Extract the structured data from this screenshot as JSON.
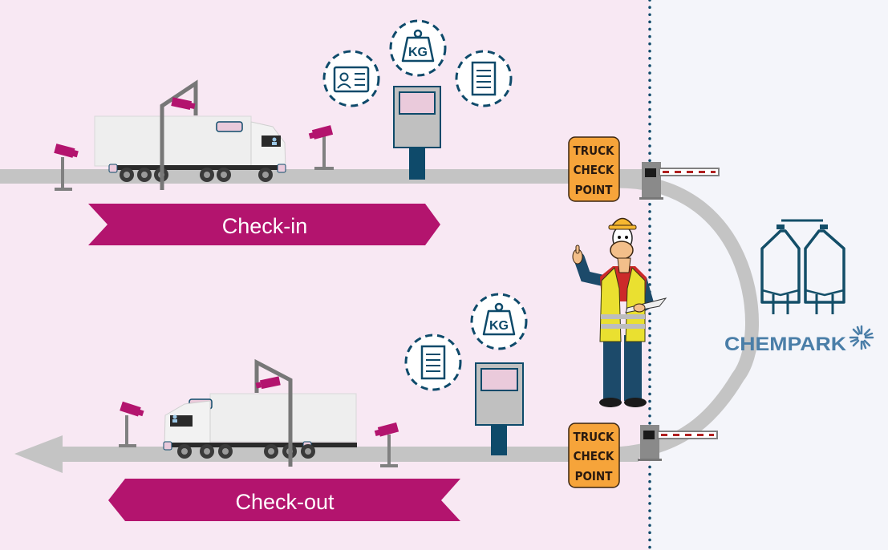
{
  "colors": {
    "background_left": "#f8e8f3",
    "background_right": "#f4f5fa",
    "road": "#c4c4c4",
    "banner": "#b3146e",
    "camera": "#b3146e",
    "pole": "#808080",
    "navy": "#0e4a6a",
    "sign": "#f6a43a",
    "sign_text": "#2a1a10",
    "kiosk_body": "#c0c0c0",
    "kiosk_screen": "#eacadb",
    "chempark_blue": "#4a7ea8",
    "barrier_red": "#b02020"
  },
  "banners": {
    "check_in": "Check-in",
    "check_out": "Check-out"
  },
  "signs": {
    "top": [
      "TRUCK",
      "CHECK",
      "POINT"
    ],
    "bottom": [
      "TRUCK",
      "CHECK",
      "POINT"
    ]
  },
  "icons": {
    "weight_label": "KG",
    "top_row": [
      "id-card-icon",
      "weight-kg-icon",
      "document-icon"
    ],
    "bottom_row": [
      "document-icon",
      "weight-kg-icon"
    ]
  },
  "brand": {
    "name": "CHEMPARK"
  }
}
